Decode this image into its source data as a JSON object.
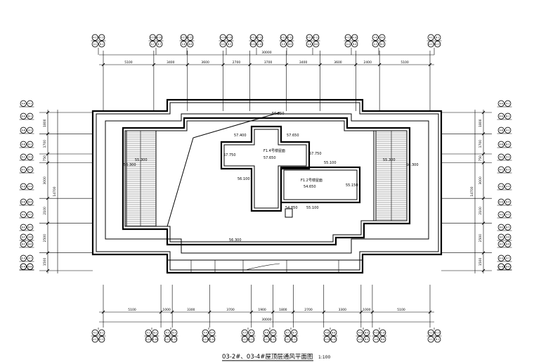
{
  "title": "03-2#、03-4#屋顶层通风平面图",
  "scale": "1:100",
  "dims": {
    "top": [
      "5100",
      "3400",
      "3600",
      "2700",
      "3700",
      "3400",
      "3600",
      "2400",
      "5100"
    ],
    "top_total": "30000",
    "bottom": [
      "5100",
      "1000",
      "3300",
      "3700",
      "1900",
      "1800",
      "2700",
      "3300",
      "1000",
      "5100"
    ],
    "bottom_total": "30000",
    "left": [
      "1800",
      "1700",
      "750",
      "3000",
      "2100",
      "2500",
      "1500"
    ],
    "left_total": "14700",
    "right": [
      "1800",
      "1700",
      "750",
      "3000",
      "2100",
      "2500",
      "1500"
    ],
    "right_total": "14700"
  },
  "elevations": {
    "roof_top": "56.350",
    "ridge_left": "57.400",
    "ridge_right": "57.650",
    "stair_left": "57.750",
    "stair_right": "57.750",
    "stair_center": "57.650",
    "lift_room": "54.650",
    "e1": "55.100",
    "e2": "55.150",
    "e3": "56.100",
    "e4": "55.300",
    "e5": "54.850",
    "e6": "55.100",
    "west": "56.300",
    "east": "56.300",
    "bottom_roof": "56.300"
  },
  "rooms": {
    "stair_machine": "F1.4号楼屋面",
    "lift_machine": "F1.2号楼屋面"
  },
  "axis_labels": {
    "top": [
      [
        "4-17",
        "B-17",
        "4-1",
        "B-1"
      ],
      [
        "4-16",
        "B-16",
        "4-7",
        "B-7"
      ],
      [
        "4-15",
        "B-15",
        "4-6",
        "B-6"
      ],
      [
        "4-14",
        "B-14",
        "4-5",
        "B-5"
      ],
      [
        "4-13",
        "B-13",
        "B-10",
        "4-10"
      ],
      [
        "4-12",
        "B-12",
        "4-9",
        "B-9"
      ],
      [
        "4-11",
        "B-11",
        "4-8",
        "B-8"
      ],
      [
        "4-10",
        "B-10",
        "4-4",
        "B-4"
      ],
      [
        "4-8",
        "B-8",
        "4-3",
        "B-3"
      ],
      [
        "4-1",
        "B-1",
        "4-17",
        "B-17"
      ]
    ],
    "bottom": [
      [
        "4-1",
        "B-1",
        "4-17",
        "B-17"
      ],
      [
        "4-2",
        "B-2",
        "4-16",
        "B-16"
      ],
      [
        "4-3",
        "B-3",
        "4-15",
        "B-15"
      ],
      [
        "4-4",
        "B-4",
        "4-14",
        "B-14"
      ],
      [
        "4-5",
        "B-5",
        "4-13",
        "B-13"
      ],
      [
        "4-6",
        "B-6",
        "4-12",
        "B-12"
      ],
      [
        "4-7",
        "B-7",
        "4-11",
        "B-11"
      ],
      [
        "4-8",
        "B-8",
        "4-10",
        "B-10"
      ],
      [
        "4-9",
        "B-9",
        "4-9",
        "B-9"
      ],
      [
        "4-10",
        "B-10",
        "4-8",
        "B-8"
      ],
      [
        "4-17",
        "B-17",
        "4-1",
        "B-1"
      ]
    ],
    "left": [
      [
        "A-A",
        "4-1"
      ],
      [
        "B-A",
        "B-1"
      ],
      [
        "A-B",
        "4-2"
      ],
      [
        "B-B",
        "B-2"
      ],
      [
        "A-C",
        "4-3"
      ],
      [
        "B-C",
        "B-3"
      ],
      [
        "A-D",
        "4-4"
      ],
      [
        "B-D",
        "B-4"
      ],
      [
        "A-E",
        "4-5"
      ],
      [
        "B-E",
        "B-5"
      ],
      [
        "A-F",
        "4-6"
      ],
      [
        "B-F",
        "B-6"
      ],
      [
        "A-G",
        "4-7"
      ],
      [
        "B-G",
        "B-7"
      ],
      [
        "A-H",
        "4-8"
      ],
      [
        "B-H",
        "B-8"
      ]
    ],
    "right": [
      [
        "A-A",
        "4-1"
      ],
      [
        "B-A",
        "B-1"
      ],
      [
        "A-B",
        "4-2"
      ],
      [
        "B-B",
        "B-2"
      ],
      [
        "A-C",
        "4-3"
      ],
      [
        "B-C",
        "B-3"
      ],
      [
        "A-D",
        "4-4"
      ],
      [
        "B-D",
        "B-4"
      ],
      [
        "A-E",
        "4-5"
      ],
      [
        "B-E",
        "B-5"
      ],
      [
        "A-F",
        "4-6"
      ],
      [
        "B-F",
        "B-6"
      ],
      [
        "A-G",
        "4-7"
      ],
      [
        "B-G",
        "B-7"
      ],
      [
        "A-H",
        "4-8"
      ],
      [
        "B-H",
        "B-8"
      ]
    ]
  }
}
